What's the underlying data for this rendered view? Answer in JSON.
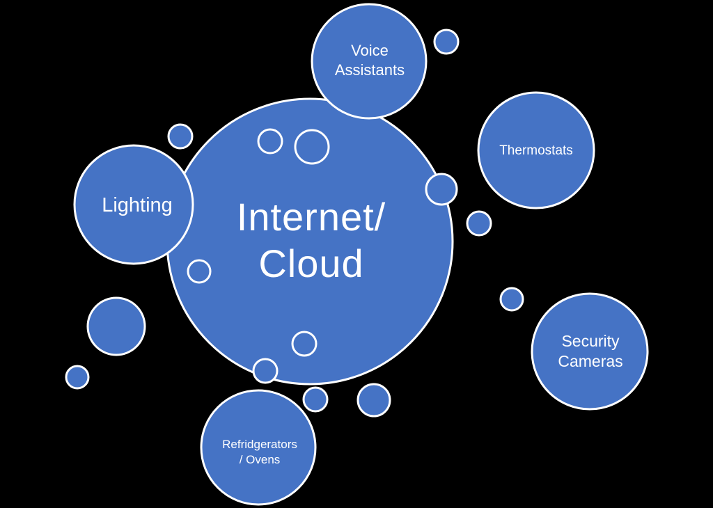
{
  "diagram": {
    "title_semantic": "Smart home IoT bubble diagram",
    "background_color": "#000000",
    "bubble_fill_color": "#4573C5",
    "bubble_outline_color": "#FFFFFF",
    "text_color": "#FFFFFF",
    "hub": {
      "line1": "Internet/",
      "line2": "Cloud"
    },
    "nodes": {
      "voice_assistants": {
        "line1": "Voice",
        "line2": "Assistants"
      },
      "thermostats": {
        "line1": "Thermostats"
      },
      "lighting": {
        "line1": "Lighting"
      },
      "security_cameras": {
        "line1": "Security",
        "line2": "Cameras"
      },
      "refrigerators_ovens": {
        "line1": "Refridgerators",
        "line2": "/ Ovens"
      }
    }
  }
}
